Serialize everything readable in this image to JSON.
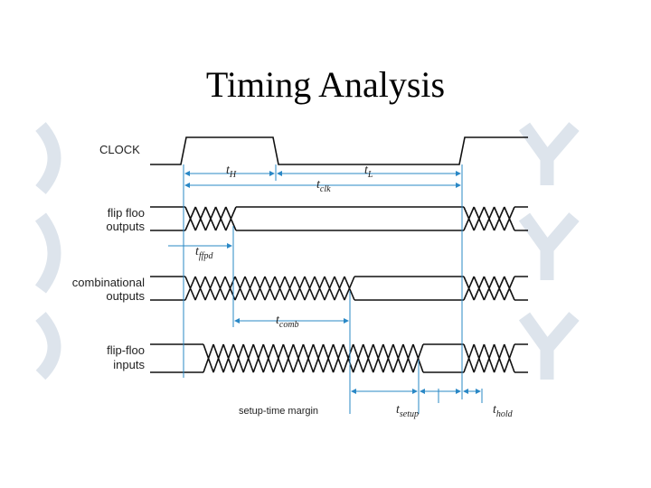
{
  "title": "Timing Analysis",
  "signals": {
    "clock": "CLOCK",
    "ff_outputs": [
      "flip floo",
      "outputs"
    ],
    "comb_outputs": [
      "combinational",
      "outputs"
    ],
    "ff_inputs": [
      "flip-floo",
      "inputs"
    ]
  },
  "timing": {
    "t_h": {
      "sym": "t",
      "sub": "H"
    },
    "t_l": {
      "sym": "t",
      "sub": "L"
    },
    "t_clk": {
      "sym": "t",
      "sub": "clk"
    },
    "t_ffpd": {
      "sym": "t",
      "sub": "ffpd"
    },
    "t_comb": {
      "sym": "t",
      "sub": "comb"
    },
    "t_setup": {
      "sym": "t",
      "sub": "setup"
    },
    "t_hold": {
      "sym": "t",
      "sub": "hold"
    },
    "setup_margin": "setup-time margin"
  },
  "colors": {
    "dimension": "#2a88c6",
    "watermark": "#dde4ec",
    "signal": "#111111"
  }
}
